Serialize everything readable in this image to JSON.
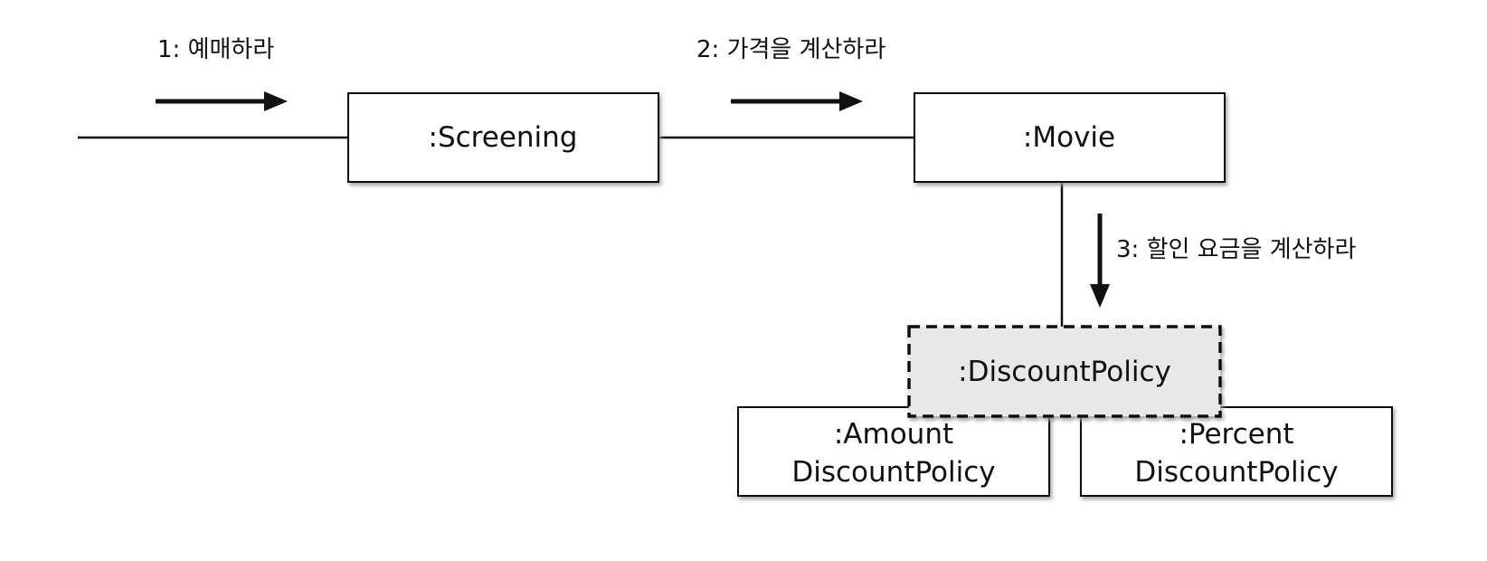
{
  "objects": {
    "screening": ":Screening",
    "movie": ":Movie",
    "discount_policy": ":DiscountPolicy",
    "amount_discount_policy": {
      "line1": ":Amount",
      "line2": "DiscountPolicy"
    },
    "percent_discount_policy": {
      "line1": ":Percent",
      "line2": "DiscountPolicy"
    }
  },
  "messages": {
    "m1": "1: 예매하라",
    "m2": "2: 가격을 계산하라",
    "m3": "3: 할인 요금을 계산하라"
  },
  "colors": {
    "stroke": "#111111",
    "box_fill": "#ffffff",
    "abstract_fill": "#e8e8e8",
    "shadow": "#9a9a9a"
  }
}
